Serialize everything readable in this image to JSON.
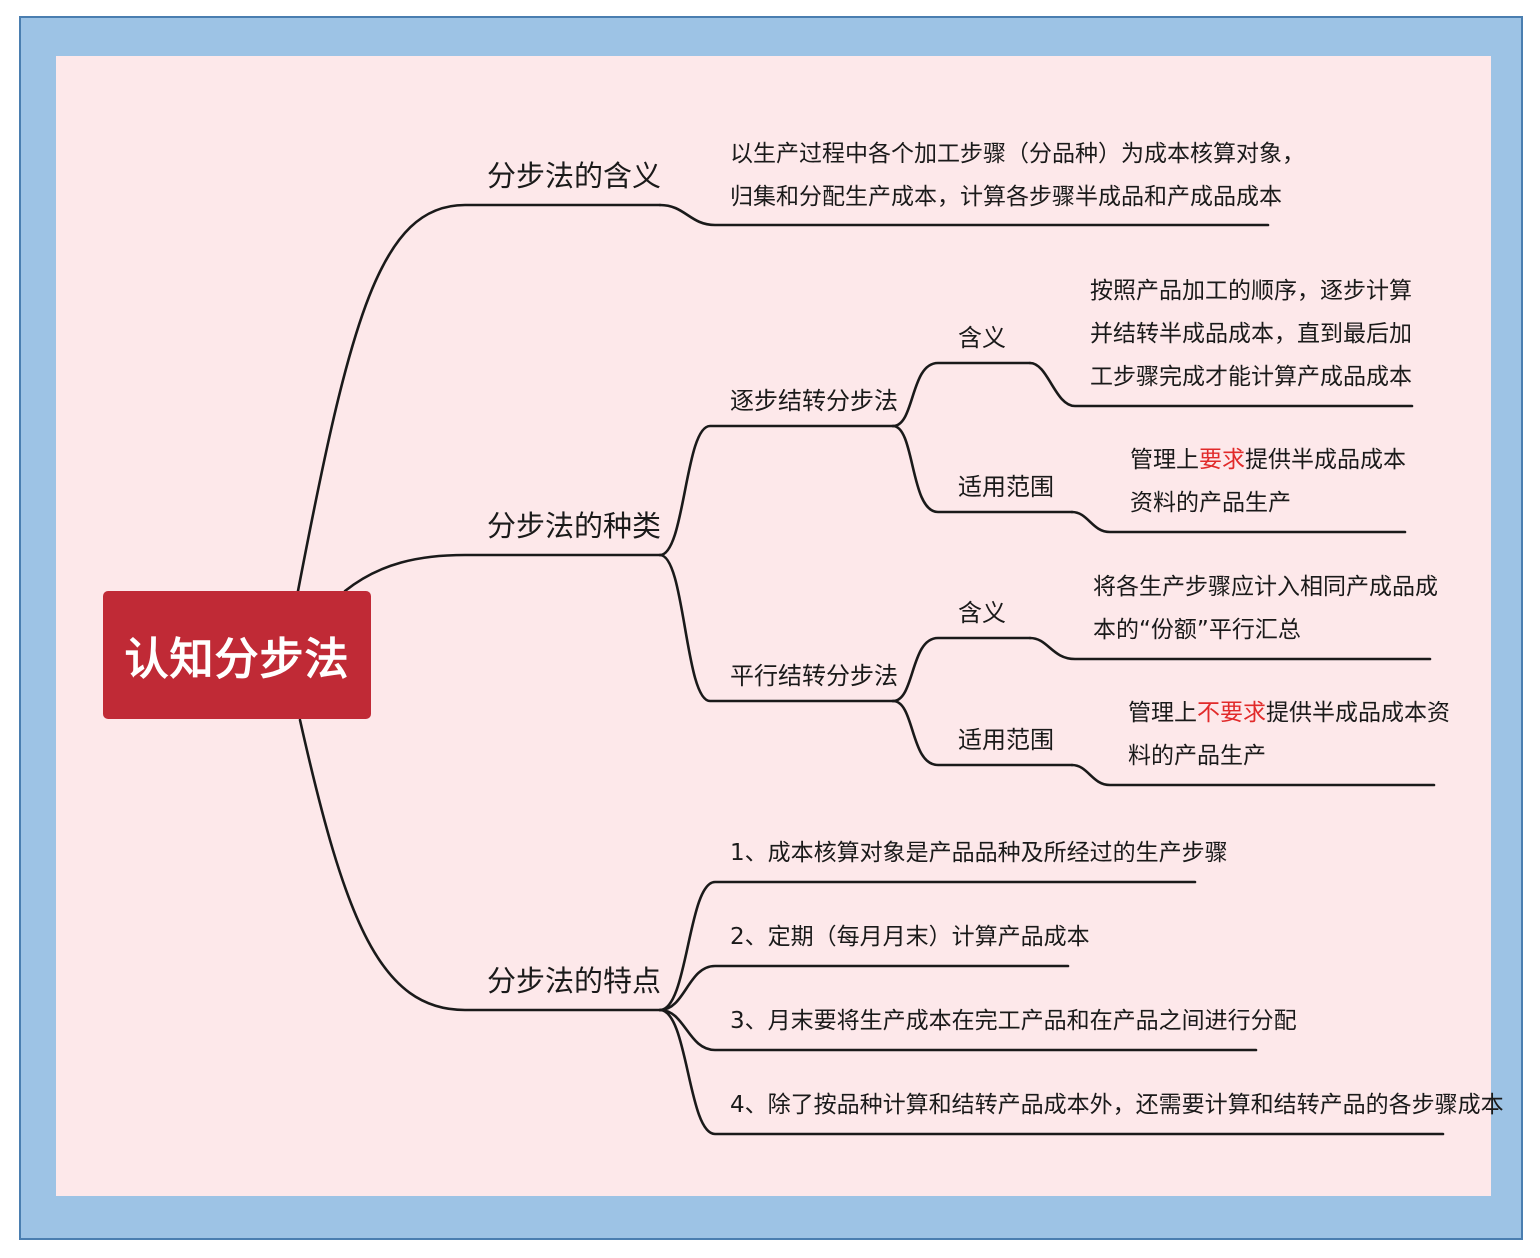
{
  "colors": {
    "frame_border": "#4a7eb0",
    "frame_fill": "#9dc3e5",
    "canvas": "#fde8ea",
    "root_fill": "#c02a36",
    "line": "#1a1a1a",
    "highlight": "#e12a2a"
  },
  "root": {
    "label": "认知分步法"
  },
  "branch_meaning": {
    "label": "分步法的含义",
    "desc_line1": "以生产过程中各个加工步骤（分品种）为成本核算对象，",
    "desc_line2": "归集和分配生产成本，计算各步骤半成品和产成品成本"
  },
  "branch_types": {
    "label": "分步法的种类",
    "sequential": {
      "label": "逐步结转分步法",
      "meaning_label": "含义",
      "meaning_line1": "按照产品加工的顺序，逐步计算",
      "meaning_line2": "并结转半成品成本，直到最后加",
      "meaning_line3": "工步骤完成才能计算产成品成本",
      "scope_label": "适用范围",
      "scope_pre": "管理上",
      "scope_hl": "要求",
      "scope_post": "提供半成品成本",
      "scope_line2": "资料的产品生产"
    },
    "parallel": {
      "label": "平行结转分步法",
      "meaning_label": "含义",
      "meaning_line1": "将各生产步骤应计入相同产成品成",
      "meaning_line2": "本的“份额”平行汇总",
      "scope_label": "适用范围",
      "scope_pre": "管理上",
      "scope_hl": "不要求",
      "scope_post": "提供半成品成本资",
      "scope_line2": "料的产品生产"
    }
  },
  "branch_features": {
    "label": "分步法的特点",
    "items": [
      "1、成本核算对象是产品品种及所经过的生产步骤",
      "2、定期（每月月末）计算产品成本",
      "3、月末要将生产成本在完工产品和在产品之间进行分配",
      "4、除了按品种计算和结转产品成本外，还需要计算和结转产品的各步骤成本"
    ]
  }
}
